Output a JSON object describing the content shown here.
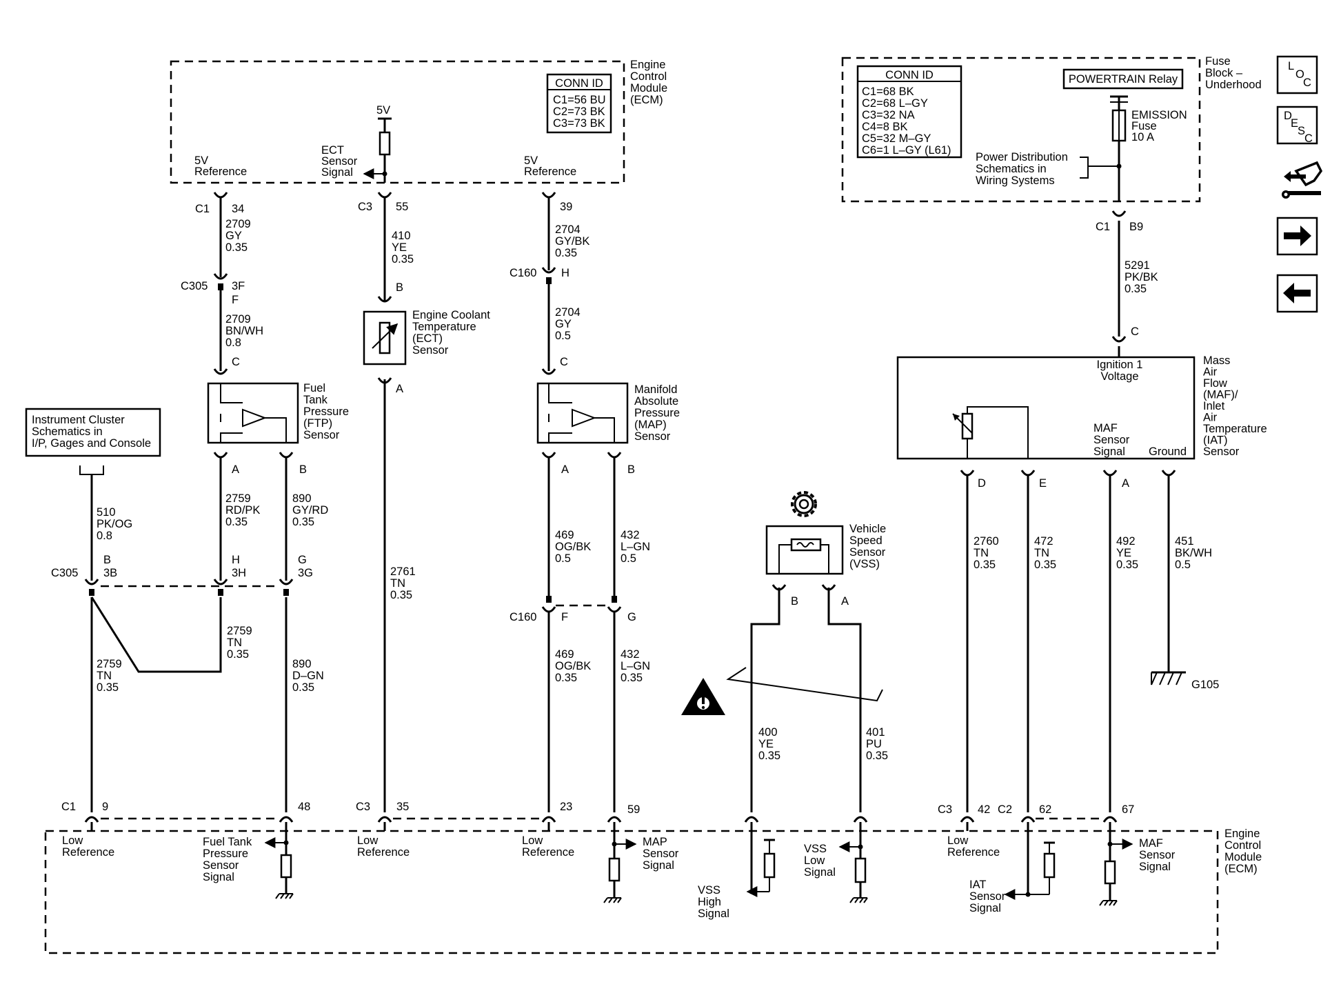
{
  "ecm_top": {
    "title": [
      "Engine",
      "Control",
      "Module",
      "(ECM)"
    ],
    "conn_id": {
      "header": "CONN ID",
      "lines": [
        "C1=56 BU",
        "C2=73 BK",
        "C3=73 BK"
      ]
    },
    "labels": {
      "ftp_ref": [
        "5V",
        "Reference"
      ],
      "ect_signal": [
        "ECT",
        "Sensor",
        "Signal"
      ],
      "ect_supply": "5V",
      "map_ref": [
        "5V",
        "Reference"
      ]
    }
  },
  "fuse_block": {
    "title": [
      "Fuse",
      "Block –",
      "Underhood"
    ],
    "conn_id": {
      "header": "CONN ID",
      "lines": [
        "C1=68 BK",
        "C2=68 L–GY",
        "C3=32 NA",
        "C4=8 BK",
        "C5=32 M–GY",
        "C6=1 L–GY (L61)"
      ]
    },
    "relay": "POWERTRAIN Relay",
    "fuse": [
      "EMISSION",
      "Fuse",
      "10 A"
    ],
    "power_dist": [
      "Power Distribution",
      "Schematics in",
      "Wiring Systems"
    ]
  },
  "nav": {
    "loc": [
      "L",
      "O",
      "C"
    ],
    "desc": [
      "D",
      "E",
      "S",
      "C"
    ]
  },
  "instrument_cluster": [
    "Instrument Cluster",
    "Schematics in",
    "I/P, Gages and Console"
  ],
  "components": {
    "ftp": [
      "Fuel",
      "Tank",
      "Pressure",
      "(FTP)",
      "Sensor"
    ],
    "ect": [
      "Engine Coolant",
      "Temperature",
      "(ECT)",
      "Sensor"
    ],
    "map": [
      "Manifold",
      "Absolute",
      "Pressure",
      "(MAP)",
      "Sensor"
    ],
    "vss": [
      "Vehicle",
      "Speed",
      "Sensor",
      "(VSS)"
    ],
    "maf": [
      "Mass",
      "Air",
      "Flow",
      "(MAF)/",
      "Inlet",
      "Air",
      "Temperature",
      "(IAT)",
      "Sensor"
    ],
    "maf_ign": [
      "Ignition 1",
      "Voltage"
    ],
    "maf_signal": [
      "MAF",
      "Sensor",
      "Signal"
    ],
    "maf_ground": "Ground",
    "ground_id": "G105"
  },
  "connectors": {
    "c1_34": [
      "C1",
      "34"
    ],
    "c3_55": [
      "C3",
      "55"
    ],
    "c_39": "39",
    "c305_3f": [
      "C305",
      "3F",
      "F"
    ],
    "ect_b": "B",
    "ect_a": "A",
    "c160_h": [
      "C160",
      "H"
    ],
    "ftp_c": "C",
    "map_c": "C",
    "ftp_a": "A",
    "ftp_b": "B",
    "map_a": "A",
    "map_b": "B",
    "c305_row": [
      "C305",
      "B",
      "3B",
      "H",
      "3H",
      "G",
      "3G"
    ],
    "c160_fg": [
      "C160",
      "F",
      "G"
    ],
    "vss_b": "B",
    "vss_a": "A",
    "c1_b9": [
      "C1",
      "B9"
    ],
    "maf_c": "C",
    "maf_d": "D",
    "maf_e": "E",
    "maf_a": "A",
    "bottom": [
      "C1",
      "9",
      "48",
      "C3",
      "35",
      "23",
      "59",
      "C3",
      "42",
      "C2",
      "62",
      "67"
    ]
  },
  "wires": {
    "w2709_gy": [
      "2709",
      "GY",
      "0.35"
    ],
    "w2709_bnwh": [
      "2709",
      "BN/WH",
      "0.8"
    ],
    "w410": [
      "410",
      "YE",
      "0.35"
    ],
    "w2704_gybk": [
      "2704",
      "GY/BK",
      "0.35"
    ],
    "w2704_gy": [
      "2704",
      "GY",
      "0.5"
    ],
    "w510": [
      "510",
      "PK/OG",
      "0.8"
    ],
    "w2759_rdpk": [
      "2759",
      "RD/PK",
      "0.35"
    ],
    "w890_gyrd": [
      "890",
      "GY/RD",
      "0.35"
    ],
    "w2759_tn_a": [
      "2759",
      "TN",
      "0.35"
    ],
    "w2759_tn_b": [
      "2759",
      "TN",
      "0.35"
    ],
    "w890_dgn": [
      "890",
      "D–GN",
      "0.35"
    ],
    "w2761": [
      "2761",
      "TN",
      "0.35"
    ],
    "w469_a": [
      "469",
      "OG/BK",
      "0.5"
    ],
    "w432_a": [
      "432",
      "L–GN",
      "0.5"
    ],
    "w469_b": [
      "469",
      "OG/BK",
      "0.35"
    ],
    "w432_b": [
      "432",
      "L–GN",
      "0.35"
    ],
    "w400": [
      "400",
      "YE",
      "0.35"
    ],
    "w401": [
      "401",
      "PU",
      "0.35"
    ],
    "w5291": [
      "5291",
      "PK/BK",
      "0.35"
    ],
    "w2760": [
      "2760",
      "TN",
      "0.35"
    ],
    "w472": [
      "472",
      "TN",
      "0.35"
    ],
    "w492": [
      "492",
      "YE",
      "0.35"
    ],
    "w451": [
      "451",
      "BK/WH",
      "0.5"
    ]
  },
  "ecm_bottom": {
    "title": [
      "Engine",
      "Control",
      "Module",
      "(ECM)"
    ],
    "low_ref_1": [
      "Low",
      "Reference"
    ],
    "ftp_signal": [
      "Fuel Tank",
      "Pressure",
      "Sensor",
      "Signal"
    ],
    "low_ref_2": [
      "Low",
      "Reference"
    ],
    "low_ref_3": [
      "Low",
      "Reference"
    ],
    "map_signal": [
      "MAP",
      "Sensor",
      "Signal"
    ],
    "vss_high": [
      "VSS",
      "High",
      "Signal"
    ],
    "vss_low": [
      "VSS",
      "Low",
      "Signal"
    ],
    "low_ref_4": [
      "Low",
      "Reference"
    ],
    "iat_signal": [
      "IAT",
      "Sensor",
      "Signal"
    ],
    "maf_signal": [
      "MAF",
      "Sensor",
      "Signal"
    ]
  }
}
